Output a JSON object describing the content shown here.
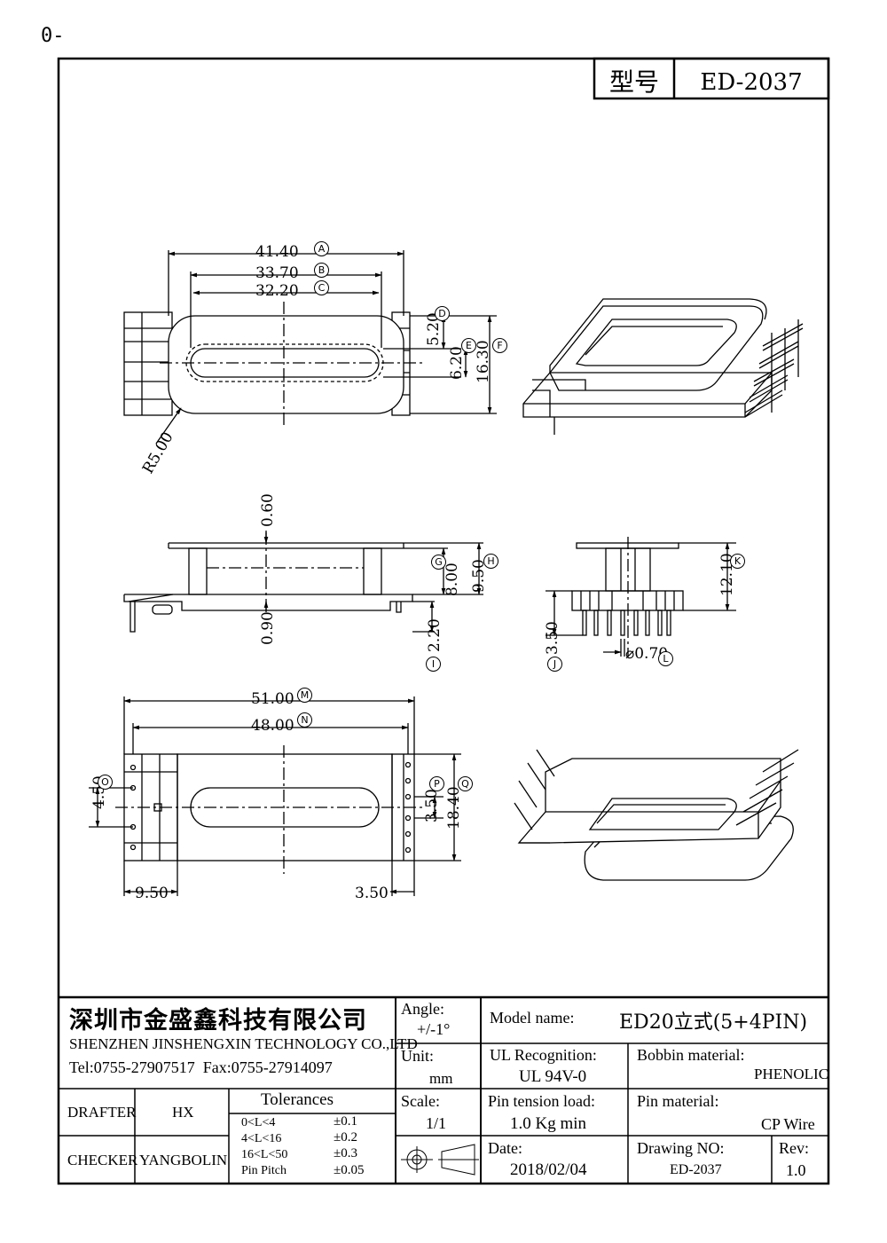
{
  "corner_label": "0-",
  "model_header": {
    "label": "型号",
    "value": "ED-2037"
  },
  "top_view": {
    "dim_a": "41.40",
    "tag_a": "A",
    "dim_b": "33.70",
    "tag_b": "B",
    "dim_c": "32.20",
    "tag_c": "C",
    "dim_d_val": "5.20",
    "tag_d": "D",
    "dim_e_val": "6.20",
    "tag_e": "E",
    "dim_f_val": "16.30",
    "tag_f": "F",
    "radius": "R5.00"
  },
  "side_view": {
    "dim_060": "0.60",
    "dim_090": "0.90",
    "dim_g_val": "8.00",
    "tag_g": "G",
    "dim_h_val": "9.50",
    "tag_h": "H",
    "dim_i_val": "2.20",
    "tag_i": "I"
  },
  "end_view": {
    "dim_k_val": "12.10",
    "tag_k": "K",
    "dim_j_val": "3.50",
    "tag_j": "J",
    "dim_l_val": "⌀0.70",
    "tag_l": "L"
  },
  "bottom_view": {
    "dim_m": "51.00",
    "tag_m": "M",
    "dim_n": "48.00",
    "tag_n": "N",
    "dim_o_val": "4.50",
    "tag_o": "O",
    "dim_p_val": "3.50",
    "tag_p": "P",
    "dim_q_val": "18.40",
    "tag_q": "Q",
    "dim_950": "9.50",
    "dim_350": "3.50"
  },
  "title_block": {
    "company_cn": "深圳市金盛鑫科技有限公司",
    "company_en": "SHENZHEN JINSHENGXIN TECHNOLOGY CO.,LTD",
    "contact": "Tel:0755-27907517  Fax:0755-27914097",
    "angle_label": "Angle:",
    "angle_value": "+/-1°",
    "unit_label": "Unit:",
    "unit_value": "mm",
    "scale_label": "Scale:",
    "scale_value": "1/1",
    "model_label": "Model name:",
    "model_value": "ED20立式(5+4PIN)",
    "ul_label": "UL Recognition:",
    "ul_value": "UL 94V-0",
    "bobbin_label": "Bobbin material:",
    "bobbin_value": "PHENOLIC",
    "pin_tension_label": "Pin tension load:",
    "pin_tension_value": "1.0 Kg min",
    "pin_material_label": "Pin material:",
    "pin_material_value": "CP Wire",
    "date_label": "Date:",
    "date_value": "2018/02/04",
    "drawing_no_label": "Drawing NO:",
    "drawing_no_value": "ED-2037",
    "rev_label": "Rev:",
    "rev_value": "1.0",
    "drafter_label": "DRAFTER",
    "drafter_value": "HX",
    "checker_label": "CHECKER",
    "checker_value": "YANGBOLIN",
    "tolerances_title": "Tolerances",
    "tolerances": [
      {
        "range": "0<L<4",
        "value": "±0.1"
      },
      {
        "range": "4<L<16",
        "value": "±0.2"
      },
      {
        "range": "16<L<50",
        "value": "±0.3"
      },
      {
        "range": "Pin Pitch",
        "value": "±0.05"
      }
    ]
  }
}
